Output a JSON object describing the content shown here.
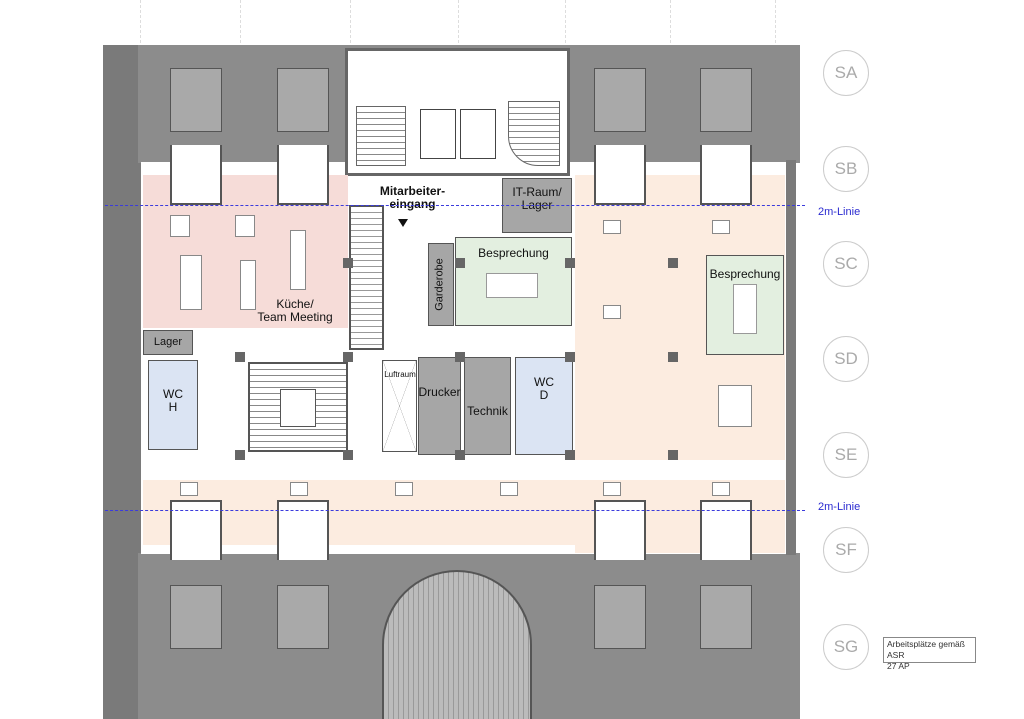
{
  "plan": {
    "rooms": {
      "kitchen": "Küche/\nTeam Meeting",
      "storage": "Lager",
      "wc_men": "WC\nH",
      "entrance": "Mitarbeiter-\neingang",
      "it_room": "IT-Raum/\nLager",
      "meeting_center": "Besprechung",
      "wardrobe": "Garderobe",
      "meeting_right": "Besprechung",
      "void": "Luftraum",
      "printer": "Drucker",
      "technical": "Technik",
      "wc_women": "WC\nD"
    },
    "axes": [
      "SA",
      "SB",
      "SC",
      "SD",
      "SE",
      "SF",
      "SG"
    ],
    "line_labels": [
      "2m-Linie",
      "2m-Linie"
    ],
    "note": {
      "line1": "Arbeitsplätze gemäß ASR",
      "line2": "27 AP"
    }
  },
  "colors": {
    "kitchen": "#f6dcd8",
    "workspace": "#fcece0",
    "meeting": "#e3efe0",
    "wc": "#dbe4f3",
    "gray_room": "#a6a6a6",
    "dash": "#3b3bdc"
  }
}
